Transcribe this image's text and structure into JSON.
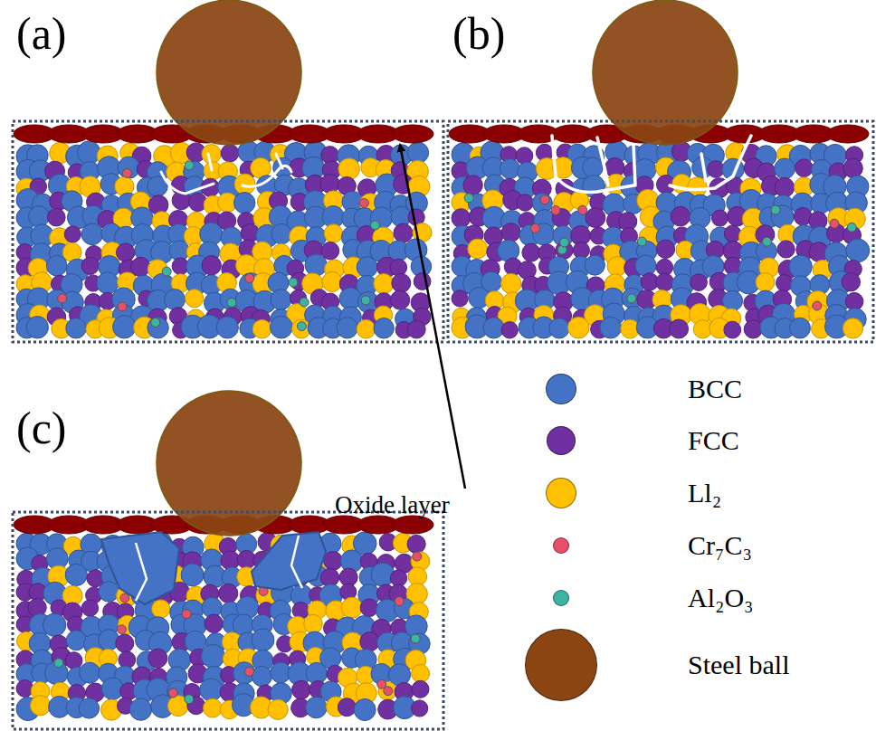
{
  "diagram": {
    "labels": [
      "(a)",
      "(b)",
      "(c)",
      "Oxide layer"
    ],
    "legend": [
      {
        "text": "BCC",
        "color": "#4472c4"
      },
      {
        "text": "FCC",
        "color": "#7030a0"
      },
      {
        "text": "Ll₂",
        "color": "#ffc000"
      },
      {
        "text": "Cr₇C₃",
        "color": "#e8506a"
      },
      {
        "text": "Al₂O₃",
        "color": "#3cb4a4"
      },
      {
        "text": "Steel ball",
        "color": "#8b4513"
      }
    ]
  }
}
